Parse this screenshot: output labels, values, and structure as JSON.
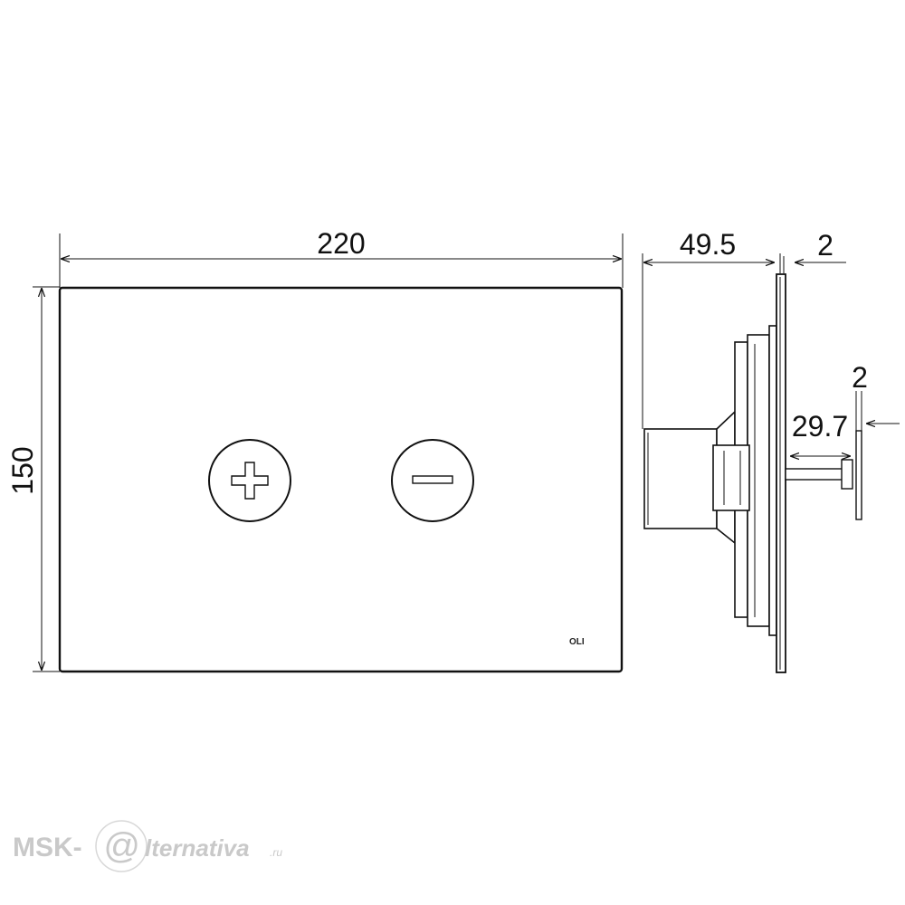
{
  "dimensions": {
    "width": "220",
    "height": "150",
    "depth": "49.5",
    "plate_thickness": "2",
    "button_thickness": "2",
    "button_travel": "29.7"
  },
  "plate": {
    "brand_mark": "OLI",
    "buttons": [
      {
        "symbol": "plus-icon"
      },
      {
        "symbol": "minus-icon"
      }
    ]
  },
  "watermark": {
    "prefix": "MSK-",
    "at_symbol": "@",
    "suffix": "lternativa",
    "tld": ".ru"
  },
  "colors": {
    "line": "#111111",
    "watermark": "#c9c9c9"
  }
}
